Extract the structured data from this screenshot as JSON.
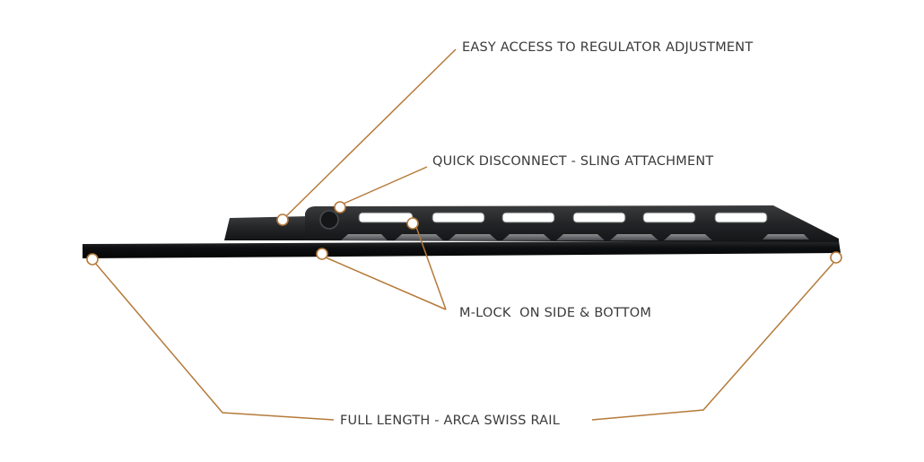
{
  "diagram": {
    "subject": "Chassis rail side profile",
    "accent_color": "#b57a3a",
    "text_color": "#3a3a3a",
    "callouts": [
      {
        "id": "regulator",
        "label": "EASY ACCESS TO REGULATOR ADJUSTMENT"
      },
      {
        "id": "qd",
        "label": "QUICK DISCONNECT - SLING ATTACHMENT"
      },
      {
        "id": "mlock",
        "label": "M-LOCK  ON SIDE & BOTTOM"
      },
      {
        "id": "arca",
        "label": "FULL LENGTH - ARCA SWISS RAIL"
      }
    ]
  }
}
